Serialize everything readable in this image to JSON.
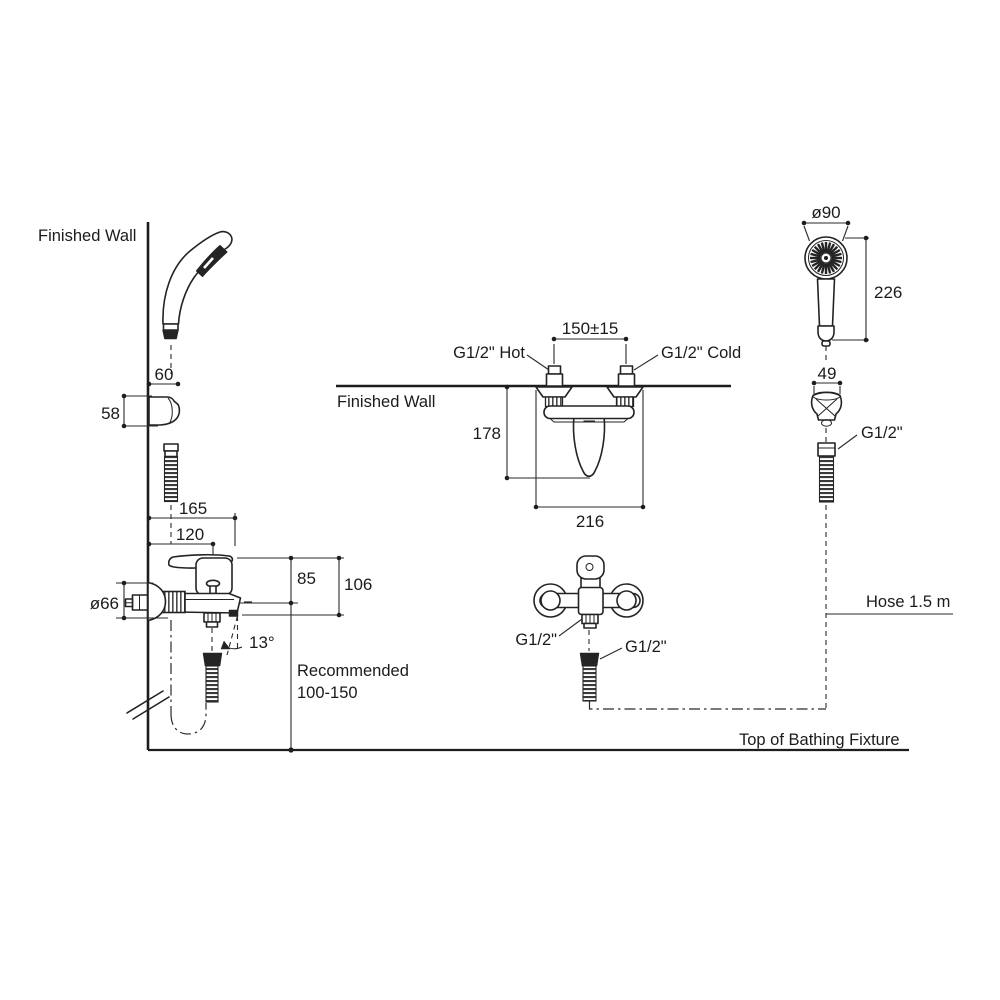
{
  "drawing": {
    "kind": "installation-dimension-diagram",
    "units_note": "",
    "views": {
      "left": {
        "wall_label": "Finished Wall",
        "dims": {
          "bracket_offset": "60",
          "bracket_height": "58",
          "reach": "165",
          "body_reach": "120",
          "flange_diameter": "ø66",
          "outlet_height": "85",
          "total_height": "106"
        },
        "angle": "13°",
        "recommended": [
          "Recommended",
          "100-150"
        ]
      },
      "center_top": {
        "wall_label": "Finished Wall",
        "hot_label": "G1/2\" Hot",
        "cold_label": "G1/2\" Cold",
        "dims": {
          "inlet_spacing": "150±15",
          "drop_height": "178",
          "body_width": "216"
        }
      },
      "center_rear": {
        "outlet_thread": "G1/2\"",
        "hose_thread": "G1/2\""
      },
      "right": {
        "dims": {
          "head_diameter": "ø90",
          "wand_length": "226",
          "bracket_width": "49"
        },
        "hose_thread": "G1/2\"",
        "hose_note": "Hose 1.5 m"
      },
      "footer": {
        "fixture_label": "Top of Bathing Fixture"
      }
    }
  }
}
